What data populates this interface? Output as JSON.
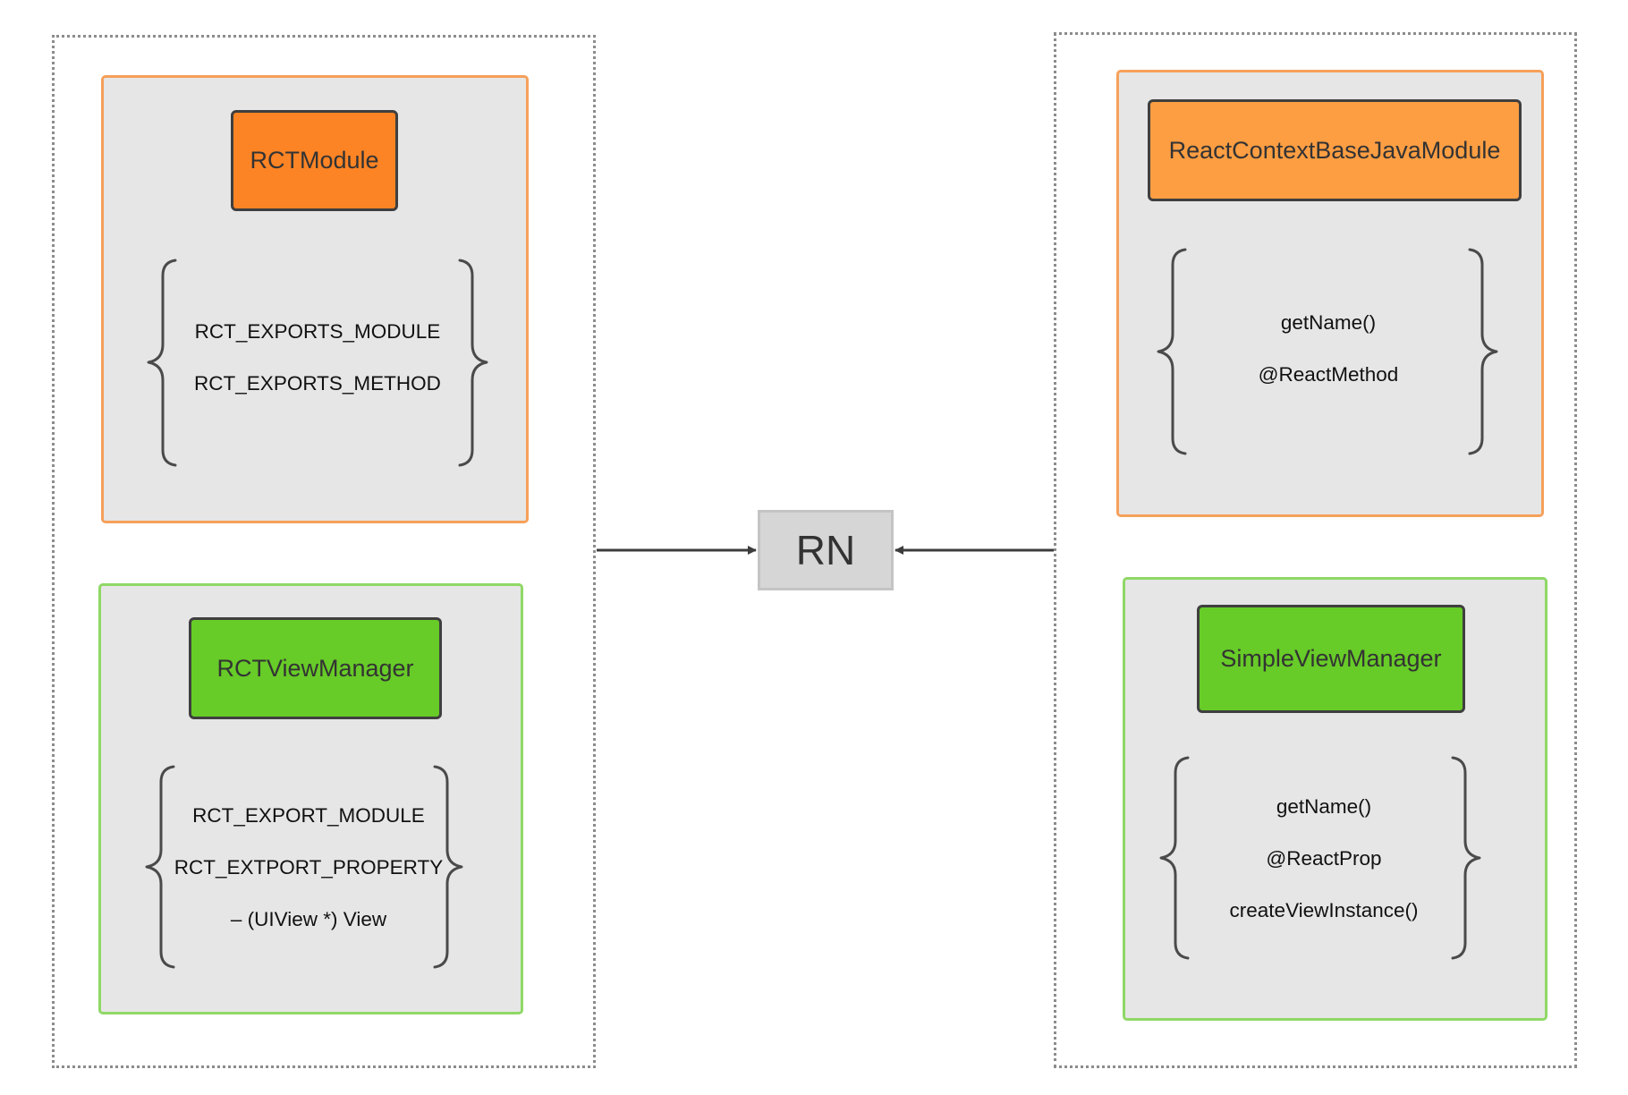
{
  "diagram": {
    "center_node": {
      "label": "RN",
      "fill": "#d6d6d6"
    },
    "colors": {
      "orange_header": "#fd8425",
      "orange_header_right": "#fd9e43",
      "green_header": "#67cb28",
      "orange_border": "#f6a05a",
      "green_border": "#8fd865",
      "panel_fill": "#e6e6e6",
      "connector": "#3c3c3c"
    },
    "left_group": {
      "module": {
        "title": "RCTModule",
        "lines": [
          "RCT_EXPORTS_MODULE",
          "RCT_EXPORTS_METHOD"
        ]
      },
      "view_manager": {
        "title": "RCTViewManager",
        "lines": [
          "RCT_EXPORT_MODULE",
          "RCT_EXTPORT_PROPERTY",
          "– (UIView *) View"
        ]
      }
    },
    "right_group": {
      "module": {
        "title": "ReactContextBaseJavaModule",
        "lines": [
          "getName()",
          "@ReactMethod"
        ]
      },
      "view_manager": {
        "title": "SimpleViewManager",
        "lines": [
          "getName()",
          "@ReactProp",
          "createViewInstance()"
        ]
      }
    }
  }
}
